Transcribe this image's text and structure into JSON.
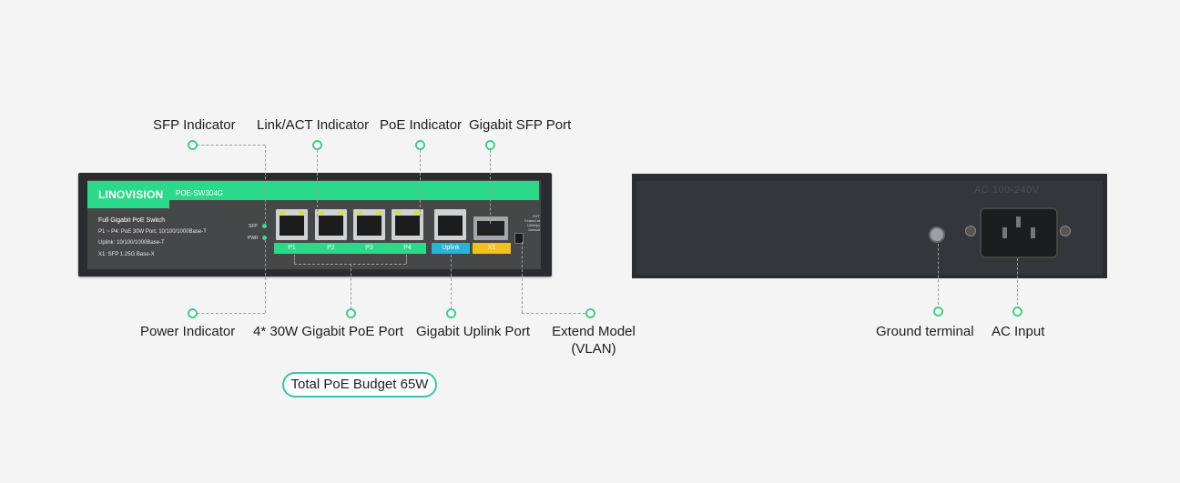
{
  "callouts": {
    "sfp_indicator": "SFP Indicator",
    "link_act_indicator": "Link/ACT Indicator",
    "poe_indicator": "PoE Indicator",
    "gigabit_sfp_port": "Gigabit SFP Port",
    "power_indicator": "Power Indicator",
    "poe_ports": "4* 30W Gigabit PoE Port",
    "uplink_port": "Gigabit Uplink Port",
    "extend_model_line1": "Extend Model",
    "extend_model_line2": "(VLAN)",
    "ground_terminal": "Ground terminal",
    "ac_input": "AC Input"
  },
  "front_panel": {
    "brand": "LINOVISION",
    "model": "POE-SW304G",
    "spec_title": "Full Gigabit PoE Switch",
    "spec_line1": "P1 ~ P4: PoE 30W Port, 10/100/1000Base-T",
    "spec_line2": "Uplink: 10/100/1000Base-T",
    "spec_line3": "X1: SFP 1.25G Base-X",
    "sfp_led_label": "SFP",
    "pwr_led_label": "PWR",
    "ports": [
      "P1",
      "P2",
      "P3",
      "P4"
    ],
    "uplink_label": "Uplink",
    "x1_label": "X1",
    "ext_label": "EXT",
    "ext_sub": "Extend at 10Mbps",
    "default_label": "Default"
  },
  "rear_panel": {
    "voltage": "AC 100-240V"
  },
  "budget_badge": "Total PoE Budget 65W",
  "colors": {
    "accent_green": "#2bd98a",
    "uplink_blue": "#23b5d9",
    "sfp_yellow": "#f2c11b",
    "badge_border": "#35c6a5"
  }
}
